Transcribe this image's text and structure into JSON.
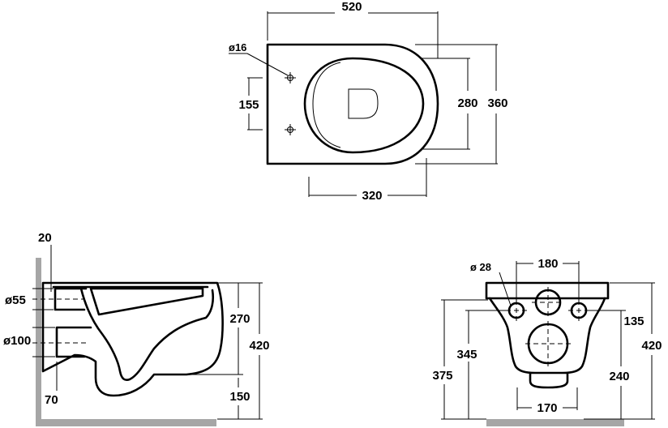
{
  "top_view": {
    "width_label": "520",
    "depth_label": "360",
    "seat_depth_label": "280",
    "fixing_spacing_label": "155",
    "fixing_hole_label": "ø16",
    "bowl_width_label": "320"
  },
  "side_view": {
    "wall_offset_label": "20",
    "inlet_label": "ø55",
    "outlet_label": "ø100",
    "outlet_height_label": "70",
    "rim_to_outlet_label": "270",
    "height_label": "420",
    "bottom_label": "150"
  },
  "back_view": {
    "hole_label": "ø 28",
    "hole_spacing_label": "180",
    "inlet_height_label": "135",
    "outlet_height_label": "345",
    "overall_label": "375",
    "bottom_gap_label": "240",
    "height_label": "420",
    "base_width_label": "170"
  }
}
